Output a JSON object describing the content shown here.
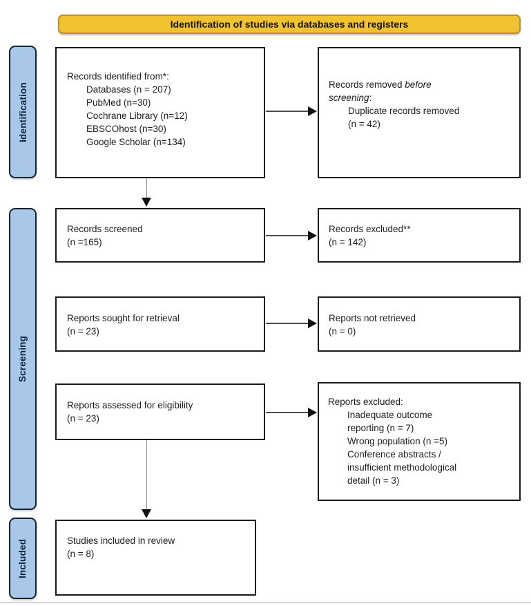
{
  "banner": {
    "label": "Identification of studies via databases and registers"
  },
  "stages": {
    "identification": "Identification",
    "screening": "Screening",
    "included": "Included"
  },
  "boxes": {
    "records_identified": {
      "title": "Records identified from*:",
      "lines": [
        "Databases (n = 207)",
        "PubMed (n=30)",
        "Cochrane Library (n=12)",
        "EBSCOhost (n=30)",
        "Google Scholar (n=134)"
      ]
    },
    "records_removed": {
      "normal_1": "Records removed ",
      "italic_1": "before",
      "italic_2": "screening",
      "normal_2": ":",
      "lines": [
        "Duplicate records removed",
        "(n = 42)"
      ]
    },
    "records_screened": {
      "lines": [
        "Records screened",
        "(n =165)"
      ]
    },
    "records_excluded": {
      "lines": [
        "Records excluded**",
        "(n = 142)"
      ]
    },
    "reports_sought": {
      "lines": [
        "Reports sought for retrieval",
        "(n = 23)"
      ]
    },
    "reports_not_retrieved": {
      "lines": [
        "Reports not retrieved",
        "(n = 0)"
      ]
    },
    "reports_assessed": {
      "lines": [
        "Reports assessed for eligibility",
        "(n = 23)"
      ]
    },
    "reports_excluded": {
      "title": "Reports excluded:",
      "lines": [
        "Inadequate outcome",
        "reporting (n = 7)",
        "Wrong population (n =5)",
        "Conference abstracts /",
        "insufficient methodological",
        "detail (n = 3)"
      ]
    },
    "studies_included": {
      "lines": [
        "Studies included in review",
        "(n = 8)"
      ]
    }
  },
  "colors": {
    "banner_fill": "#F1C232",
    "banner_border": "#BF9026",
    "stage_fill": "#A9C7E9",
    "stage_border": "#13202E",
    "box_border": "#1A1A1A",
    "arrow": "#4D4D4D",
    "arrow_light": "#8E8E8E",
    "arrow_head": "#111111"
  }
}
